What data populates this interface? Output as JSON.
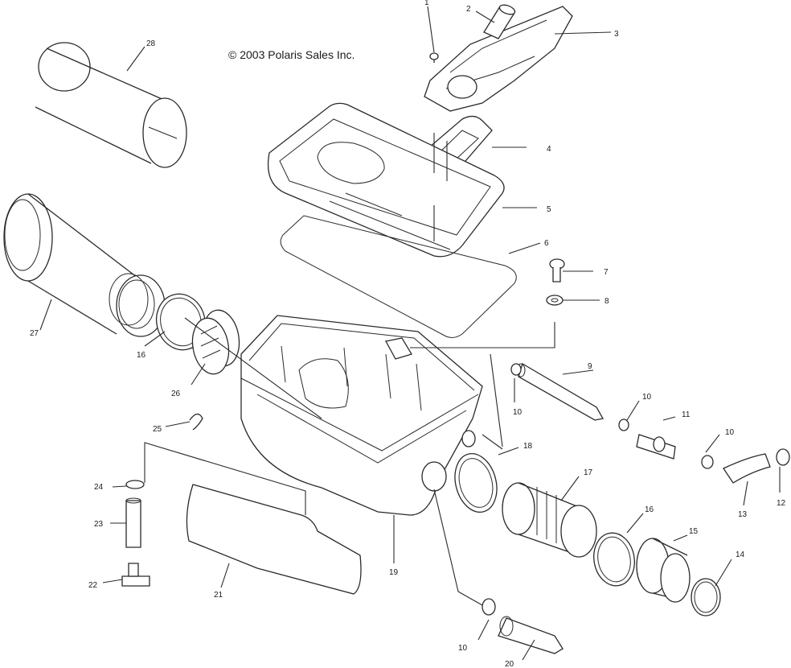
{
  "copyright": "© 2003 Polaris Sales Inc.",
  "callouts": {
    "c1": "1",
    "c2": "2",
    "c3": "3",
    "c4": "4",
    "c5": "5",
    "c6": "6",
    "c7": "7",
    "c8": "8",
    "c9": "9",
    "c10a": "10",
    "c10b": "10",
    "c10c": "10",
    "c10d": "10",
    "c11": "11",
    "c12": "12",
    "c13": "13",
    "c14": "14",
    "c15": "15",
    "c16a": "16",
    "c16b": "16",
    "c17": "17",
    "c18": "18",
    "c19": "19",
    "c20": "20",
    "c21": "21",
    "c22": "22",
    "c23": "23",
    "c24": "24",
    "c25": "25",
    "c26": "26",
    "c27": "27",
    "c28": "28"
  }
}
